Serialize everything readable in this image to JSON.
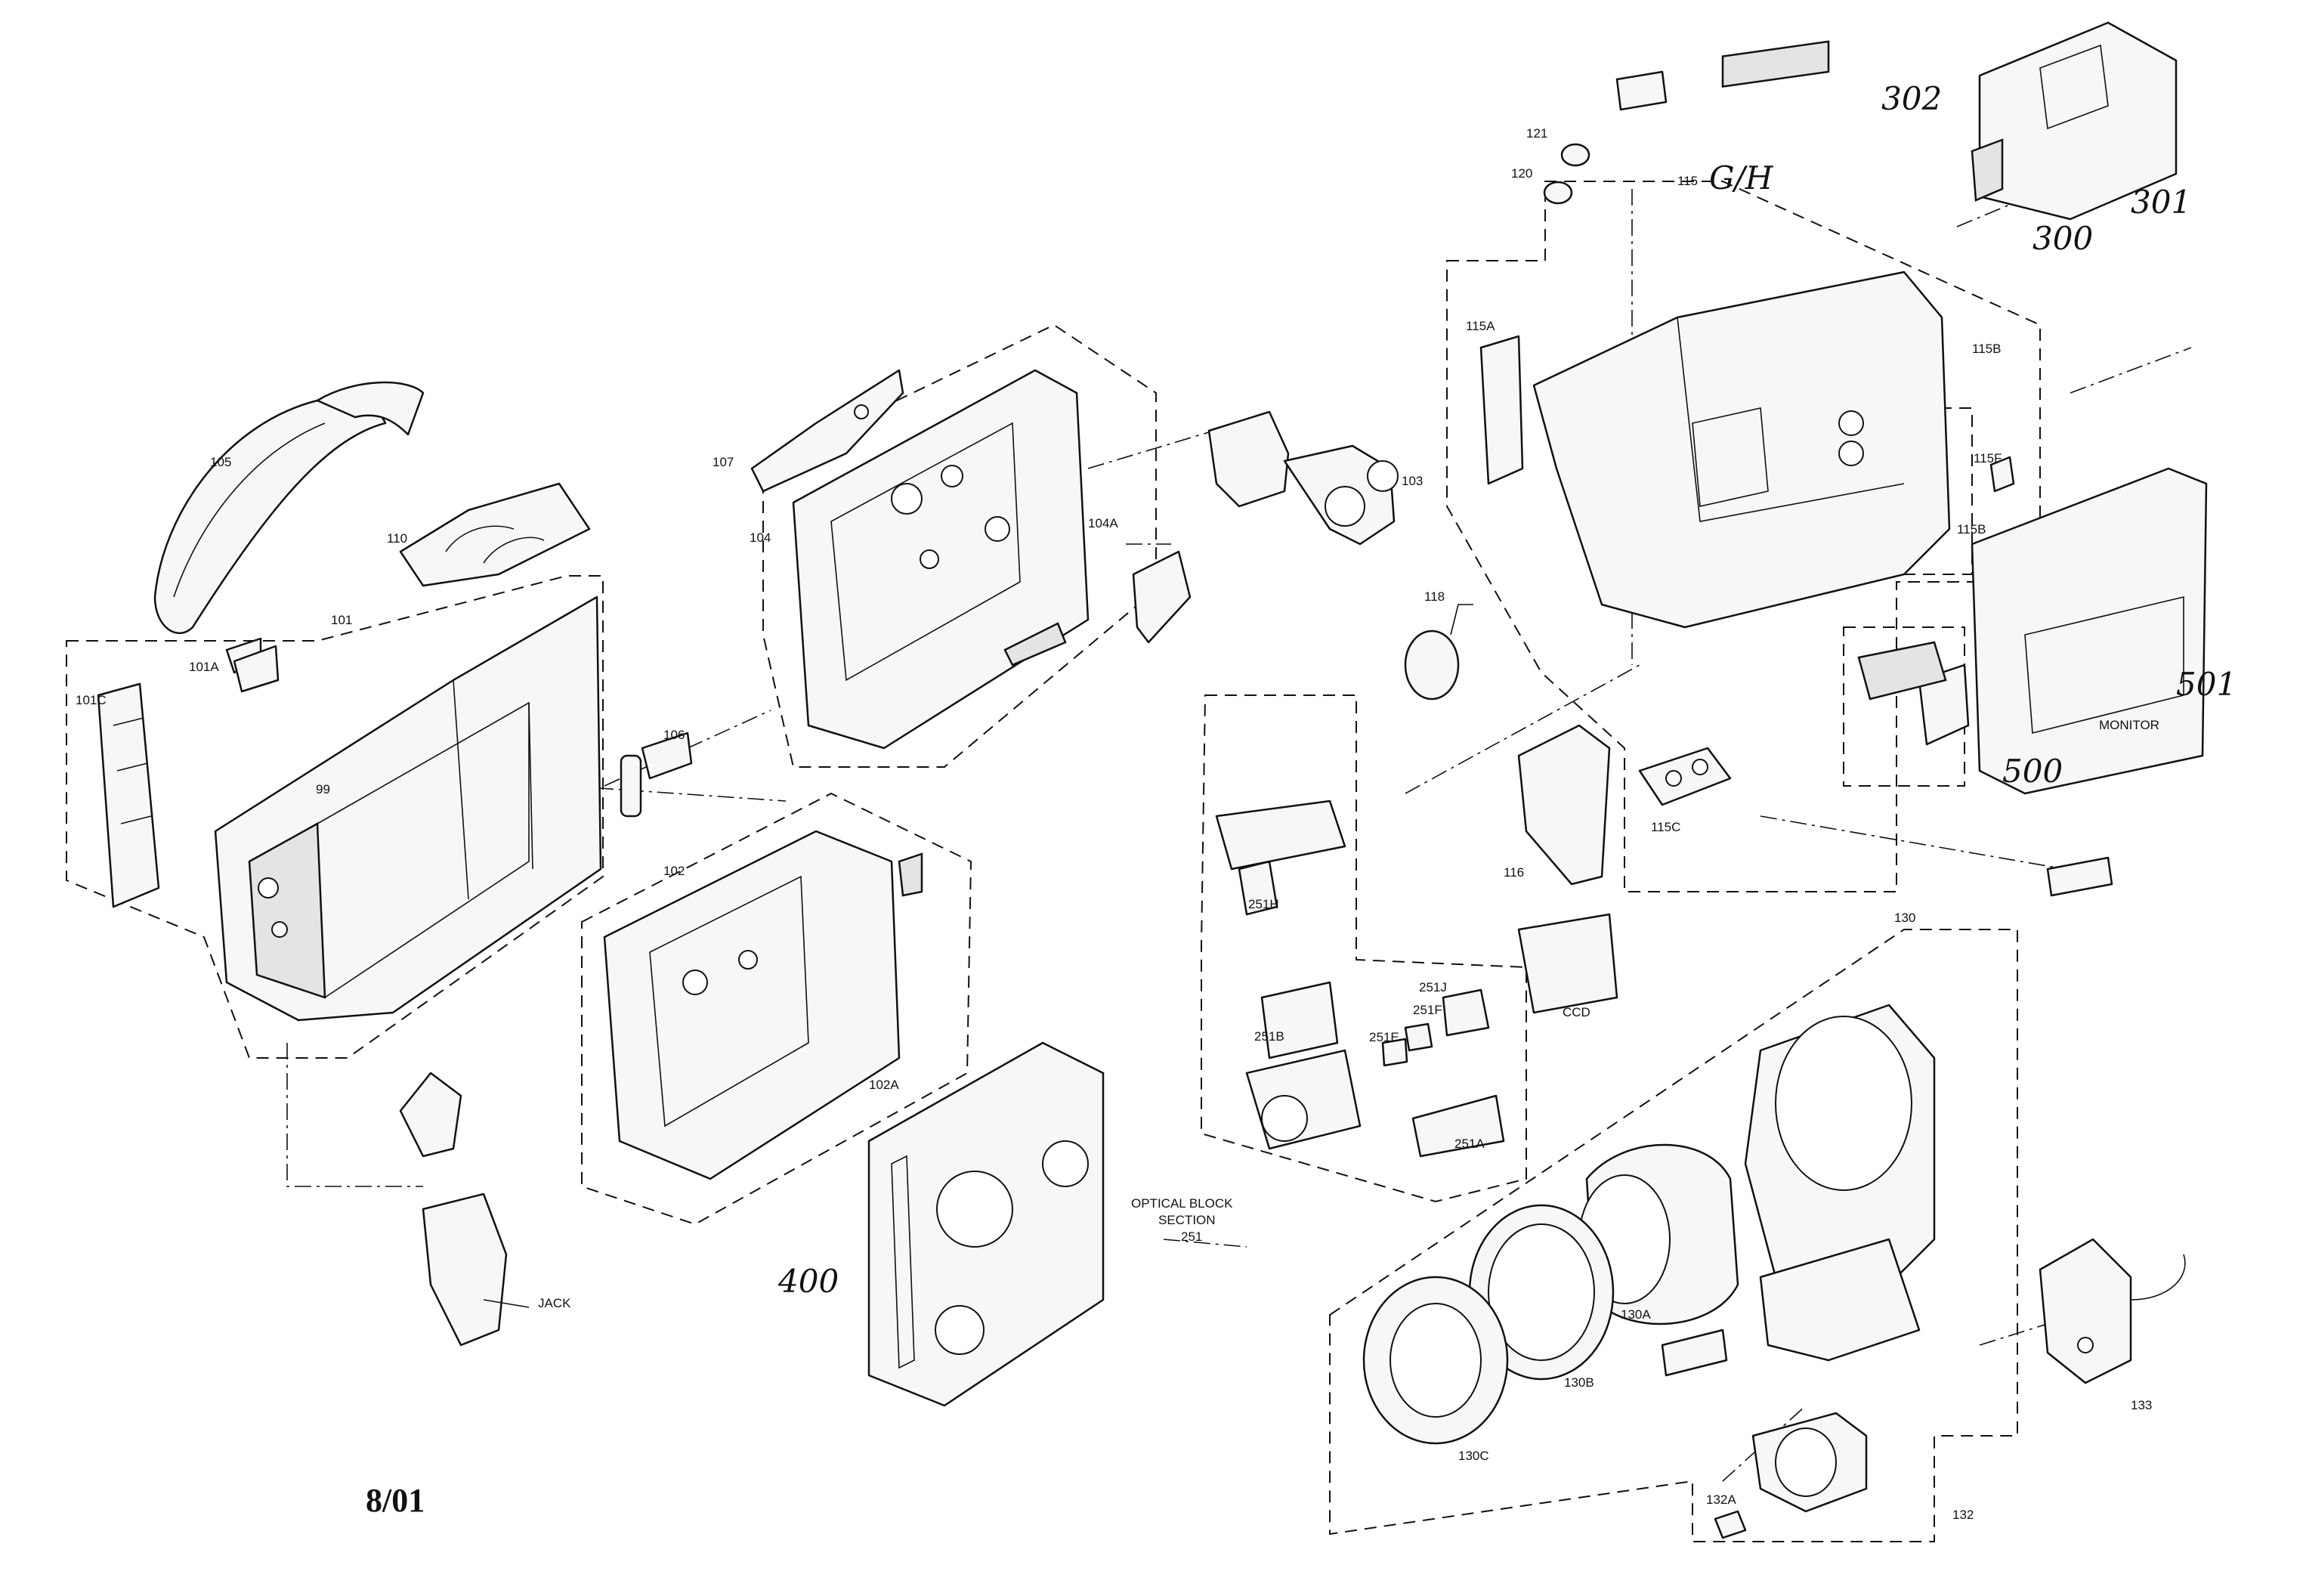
{
  "labels": {
    "l105": "105",
    "l110": "110",
    "l101": "101",
    "l101A": "101A",
    "l101C": "101C",
    "l99": "99",
    "l107": "107",
    "l104": "104",
    "l104A": "104A",
    "l103": "103",
    "l106": "106",
    "l102": "102",
    "l102A": "102A",
    "l121": "121",
    "l120": "120",
    "l115": "115",
    "l115A": "115A",
    "l115B_1": "115B",
    "l115F": "115F",
    "l115B_2": "115B",
    "l118": "118",
    "l116": "116",
    "l115C": "115C",
    "l251H": "251H",
    "l251J": "251J",
    "l251F": "251F",
    "l251E": "251E",
    "l251B": "251B",
    "l251A": "251A",
    "lCCD": "CCD",
    "lOptical1": "OPTICAL BLOCK",
    "lOptical2": "SECTION",
    "lOptical3": "251",
    "l130": "130",
    "l130A": "130A",
    "l130B": "130B",
    "l130C": "130C",
    "l132": "132",
    "l132A": "132A",
    "l133": "133",
    "lJack": "JACK",
    "lMonitor": "MONITOR"
  },
  "handwritten": {
    "h302": "302",
    "h301": "301",
    "h300": "300",
    "hGH": "G/H",
    "h501": "501",
    "h500": "500",
    "h400": "400"
  },
  "date_stamp": "8/01"
}
